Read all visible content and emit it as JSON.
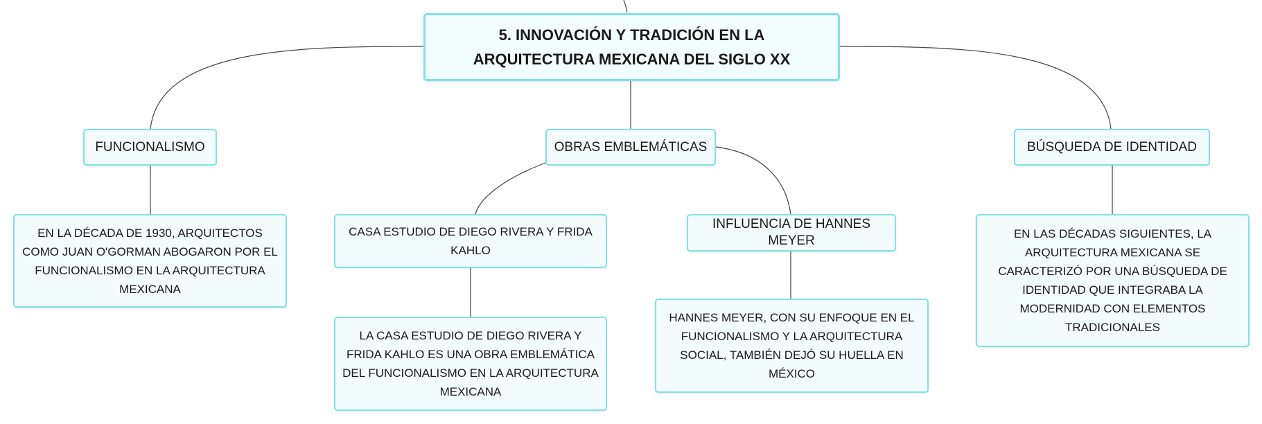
{
  "diagram": {
    "root": {
      "text": "5. INNOVACIÓN Y TRADICIÓN EN LA ARQUITECTURA MEXICANA DEL SIGLO XX"
    },
    "topics": [
      {
        "text": "FUNCIONALISMO",
        "children": [
          {
            "text": "EN LA DÉCADA DE 1930, ARQUITECTOS COMO JUAN O'GORMAN ABOGARON POR EL FUNCIONALISMO EN LA ARQUITECTURA MEXICANA"
          }
        ]
      },
      {
        "text": "OBRAS EMBLEMÁTICAS",
        "children": [
          {
            "text": "CASA ESTUDIO DE DIEGO RIVERA Y FRIDA KAHLO",
            "children": [
              {
                "text": "LA CASA ESTUDIO DE DIEGO RIVERA Y FRIDA KAHLO ES UNA OBRA EMBLEMÁTICA DEL FUNCIONALISMO EN LA ARQUITECTURA MEXICANA"
              }
            ]
          },
          {
            "text": "INFLUENCIA DE HANNES MEYER",
            "children": [
              {
                "text": "HANNES MEYER, CON SU ENFOQUE EN EL FUNCIONALISMO Y LA ARQUITECTURA SOCIAL, TAMBIÉN DEJÓ SU HUELLA EN MÉXICO"
              }
            ]
          }
        ]
      },
      {
        "text": "BÚSQUEDA DE IDENTIDAD",
        "children": [
          {
            "text": "EN LAS DÉCADAS SIGUIENTES, LA ARQUITECTURA MEXICANA SE CARACTERIZÓ POR UNA BÚSQUEDA DE IDENTIDAD QUE INTEGRABA LA MODERNIDAD CON ELEMENTOS TRADICIONALES"
          }
        ]
      }
    ]
  },
  "colors": {
    "node_border": "#7fe3e3",
    "node_fill": "#f2fcfc",
    "connector": "#444444",
    "text": "#1a1a1a"
  }
}
